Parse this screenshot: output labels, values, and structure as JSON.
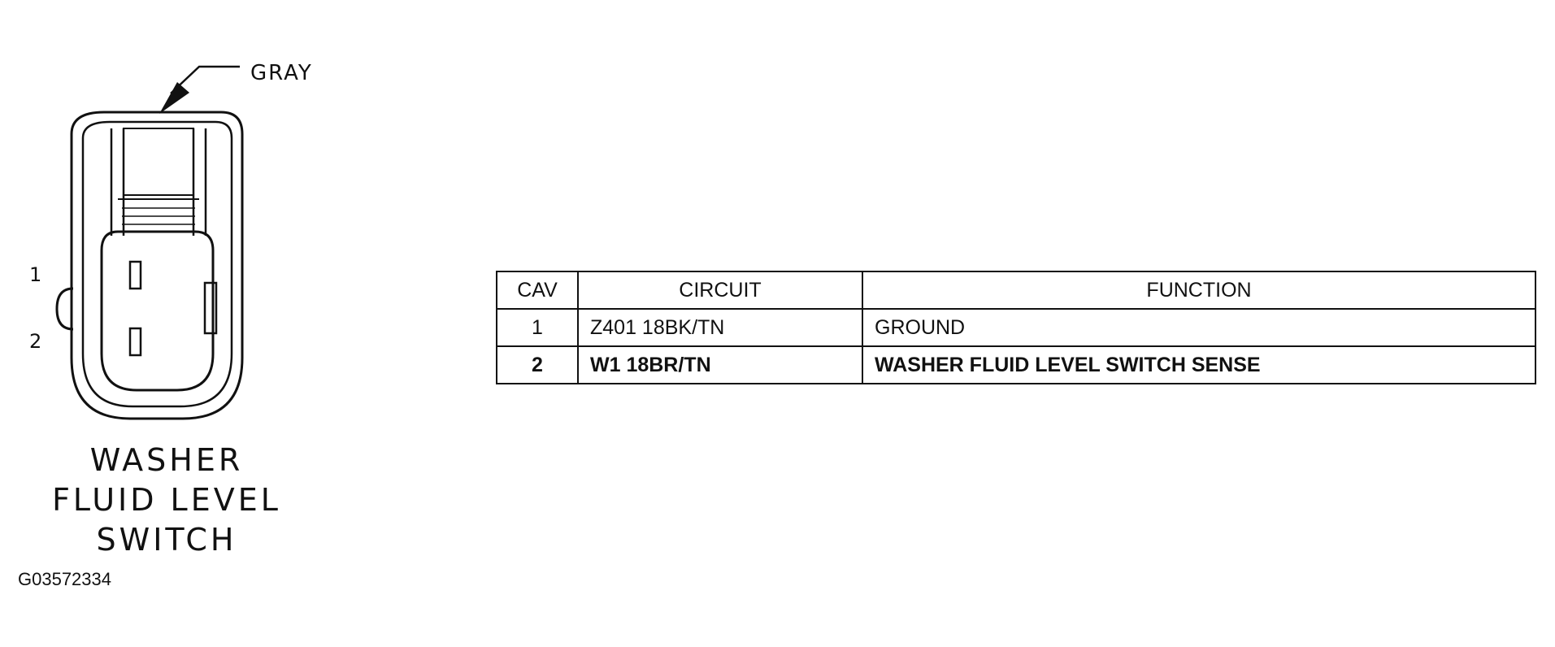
{
  "connector": {
    "color_label": "GRAY",
    "pin_labels": [
      "1",
      "2"
    ],
    "caption_lines": [
      "WASHER",
      "FLUID LEVEL",
      "SWITCH"
    ],
    "figure_code": "G03572334"
  },
  "table": {
    "headers": {
      "cav": "CAV",
      "circuit": "CIRCUIT",
      "function": "FUNCTION"
    },
    "rows": [
      {
        "cav": "1",
        "circuit": "Z401 18BK/TN",
        "function": "GROUND"
      },
      {
        "cav": "2",
        "circuit": "W1 18BR/TN",
        "function": "WASHER FLUID LEVEL SWITCH SENSE"
      }
    ]
  }
}
